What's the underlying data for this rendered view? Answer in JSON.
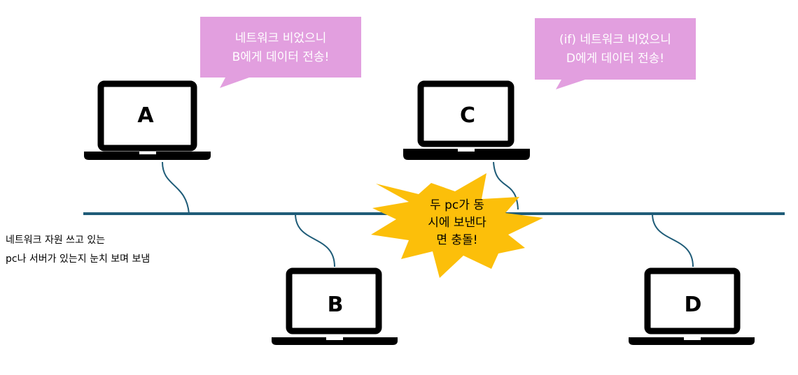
{
  "laptops": {
    "a": {
      "label": "A"
    },
    "b": {
      "label": "B"
    },
    "c": {
      "label": "C"
    },
    "d": {
      "label": "D"
    }
  },
  "bubbles": {
    "a": {
      "line1": "네트워크 비었으니",
      "line2": "B에게 데이터 전송!"
    },
    "c": {
      "line1": "(if) 네트워크 비었으니",
      "line2": "D에게 데이터 전송!"
    }
  },
  "collision": {
    "line1": "두 pc가 동",
    "line2": "시에 보낸다",
    "line3": "면 충돌!"
  },
  "side_note": {
    "line1": "네트워크 자원 쓰고 있는",
    "line2": "pc나 서버가 있는지 눈치 보며 보냄"
  },
  "colors": {
    "bus": "#1f5c78",
    "bubble": "#e29fdf",
    "burst": "#fcbf0a",
    "laptop": "#000000"
  }
}
